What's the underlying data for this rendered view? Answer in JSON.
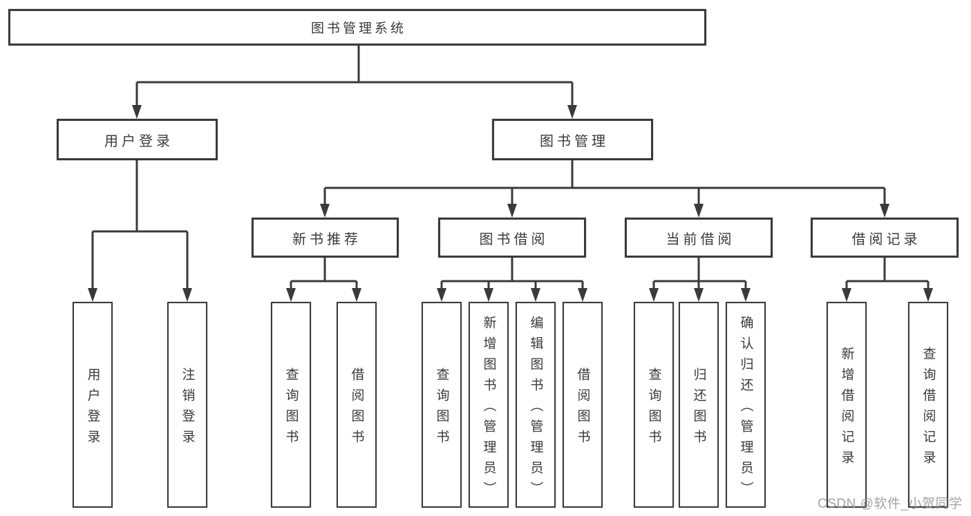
{
  "tree": {
    "root": "图书管理系统",
    "branches": [
      {
        "label": "用户登录",
        "children": [
          "用户登录",
          "注销登录"
        ]
      },
      {
        "label": "图书管理",
        "groups": [
          {
            "label": "新书推荐",
            "children": [
              "查询图书",
              "借阅图书"
            ]
          },
          {
            "label": "图书借阅",
            "children": [
              "查询图书",
              "新增图书（管理员）",
              "编辑图书（管理员）",
              "借阅图书"
            ]
          },
          {
            "label": "当前借阅",
            "children": [
              "查询图书",
              "归还图书",
              "确认归还（管理员）"
            ]
          },
          {
            "label": "借阅记录",
            "children": [
              "新增借阅记录",
              "查询借阅记录"
            ]
          }
        ]
      }
    ]
  },
  "watermark": "CSDN @软件_小贺同学",
  "colors": {
    "line": "#3a3a3a",
    "text": "#3a3a3a",
    "box_background": "#ffffff",
    "page_background": "#ffffff",
    "watermark": "#92939a"
  }
}
